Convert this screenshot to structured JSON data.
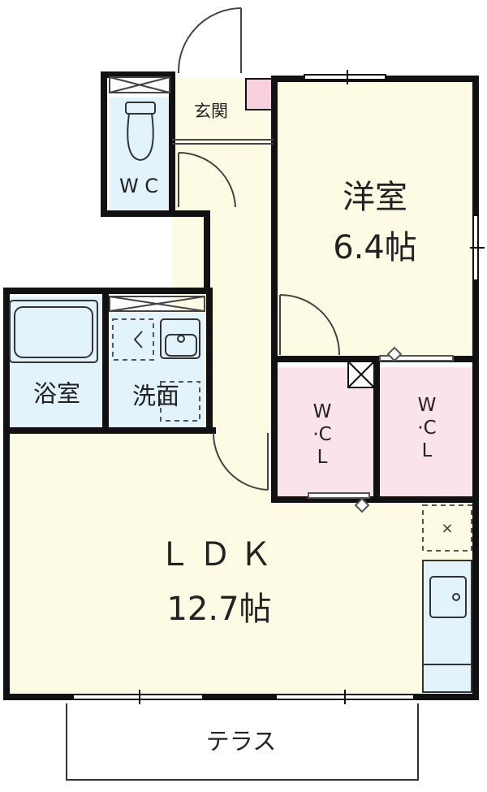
{
  "rooms": {
    "entrance": {
      "label": "玄関"
    },
    "wc": {
      "label": "W C"
    },
    "western": {
      "label": "洋室",
      "size": "6.4帖"
    },
    "bath": {
      "label": "浴室"
    },
    "washroom": {
      "label": "洗面"
    },
    "wcl_left": {
      "line1": "W",
      "line2": "·C",
      "line3": "L"
    },
    "wcl_right": {
      "line1": "W",
      "line2": "·C",
      "line3": "L"
    },
    "ldk": {
      "label": "ＬＤＫ",
      "size": "12.7帖"
    },
    "terrace": {
      "label": "テラス"
    }
  },
  "colors": {
    "wall": "#111111",
    "floor_main": "#fdfbe3",
    "wet_area": "#e2f3fb",
    "closet": "#fbe3ec",
    "entrance_mark": "#f9d1de"
  }
}
